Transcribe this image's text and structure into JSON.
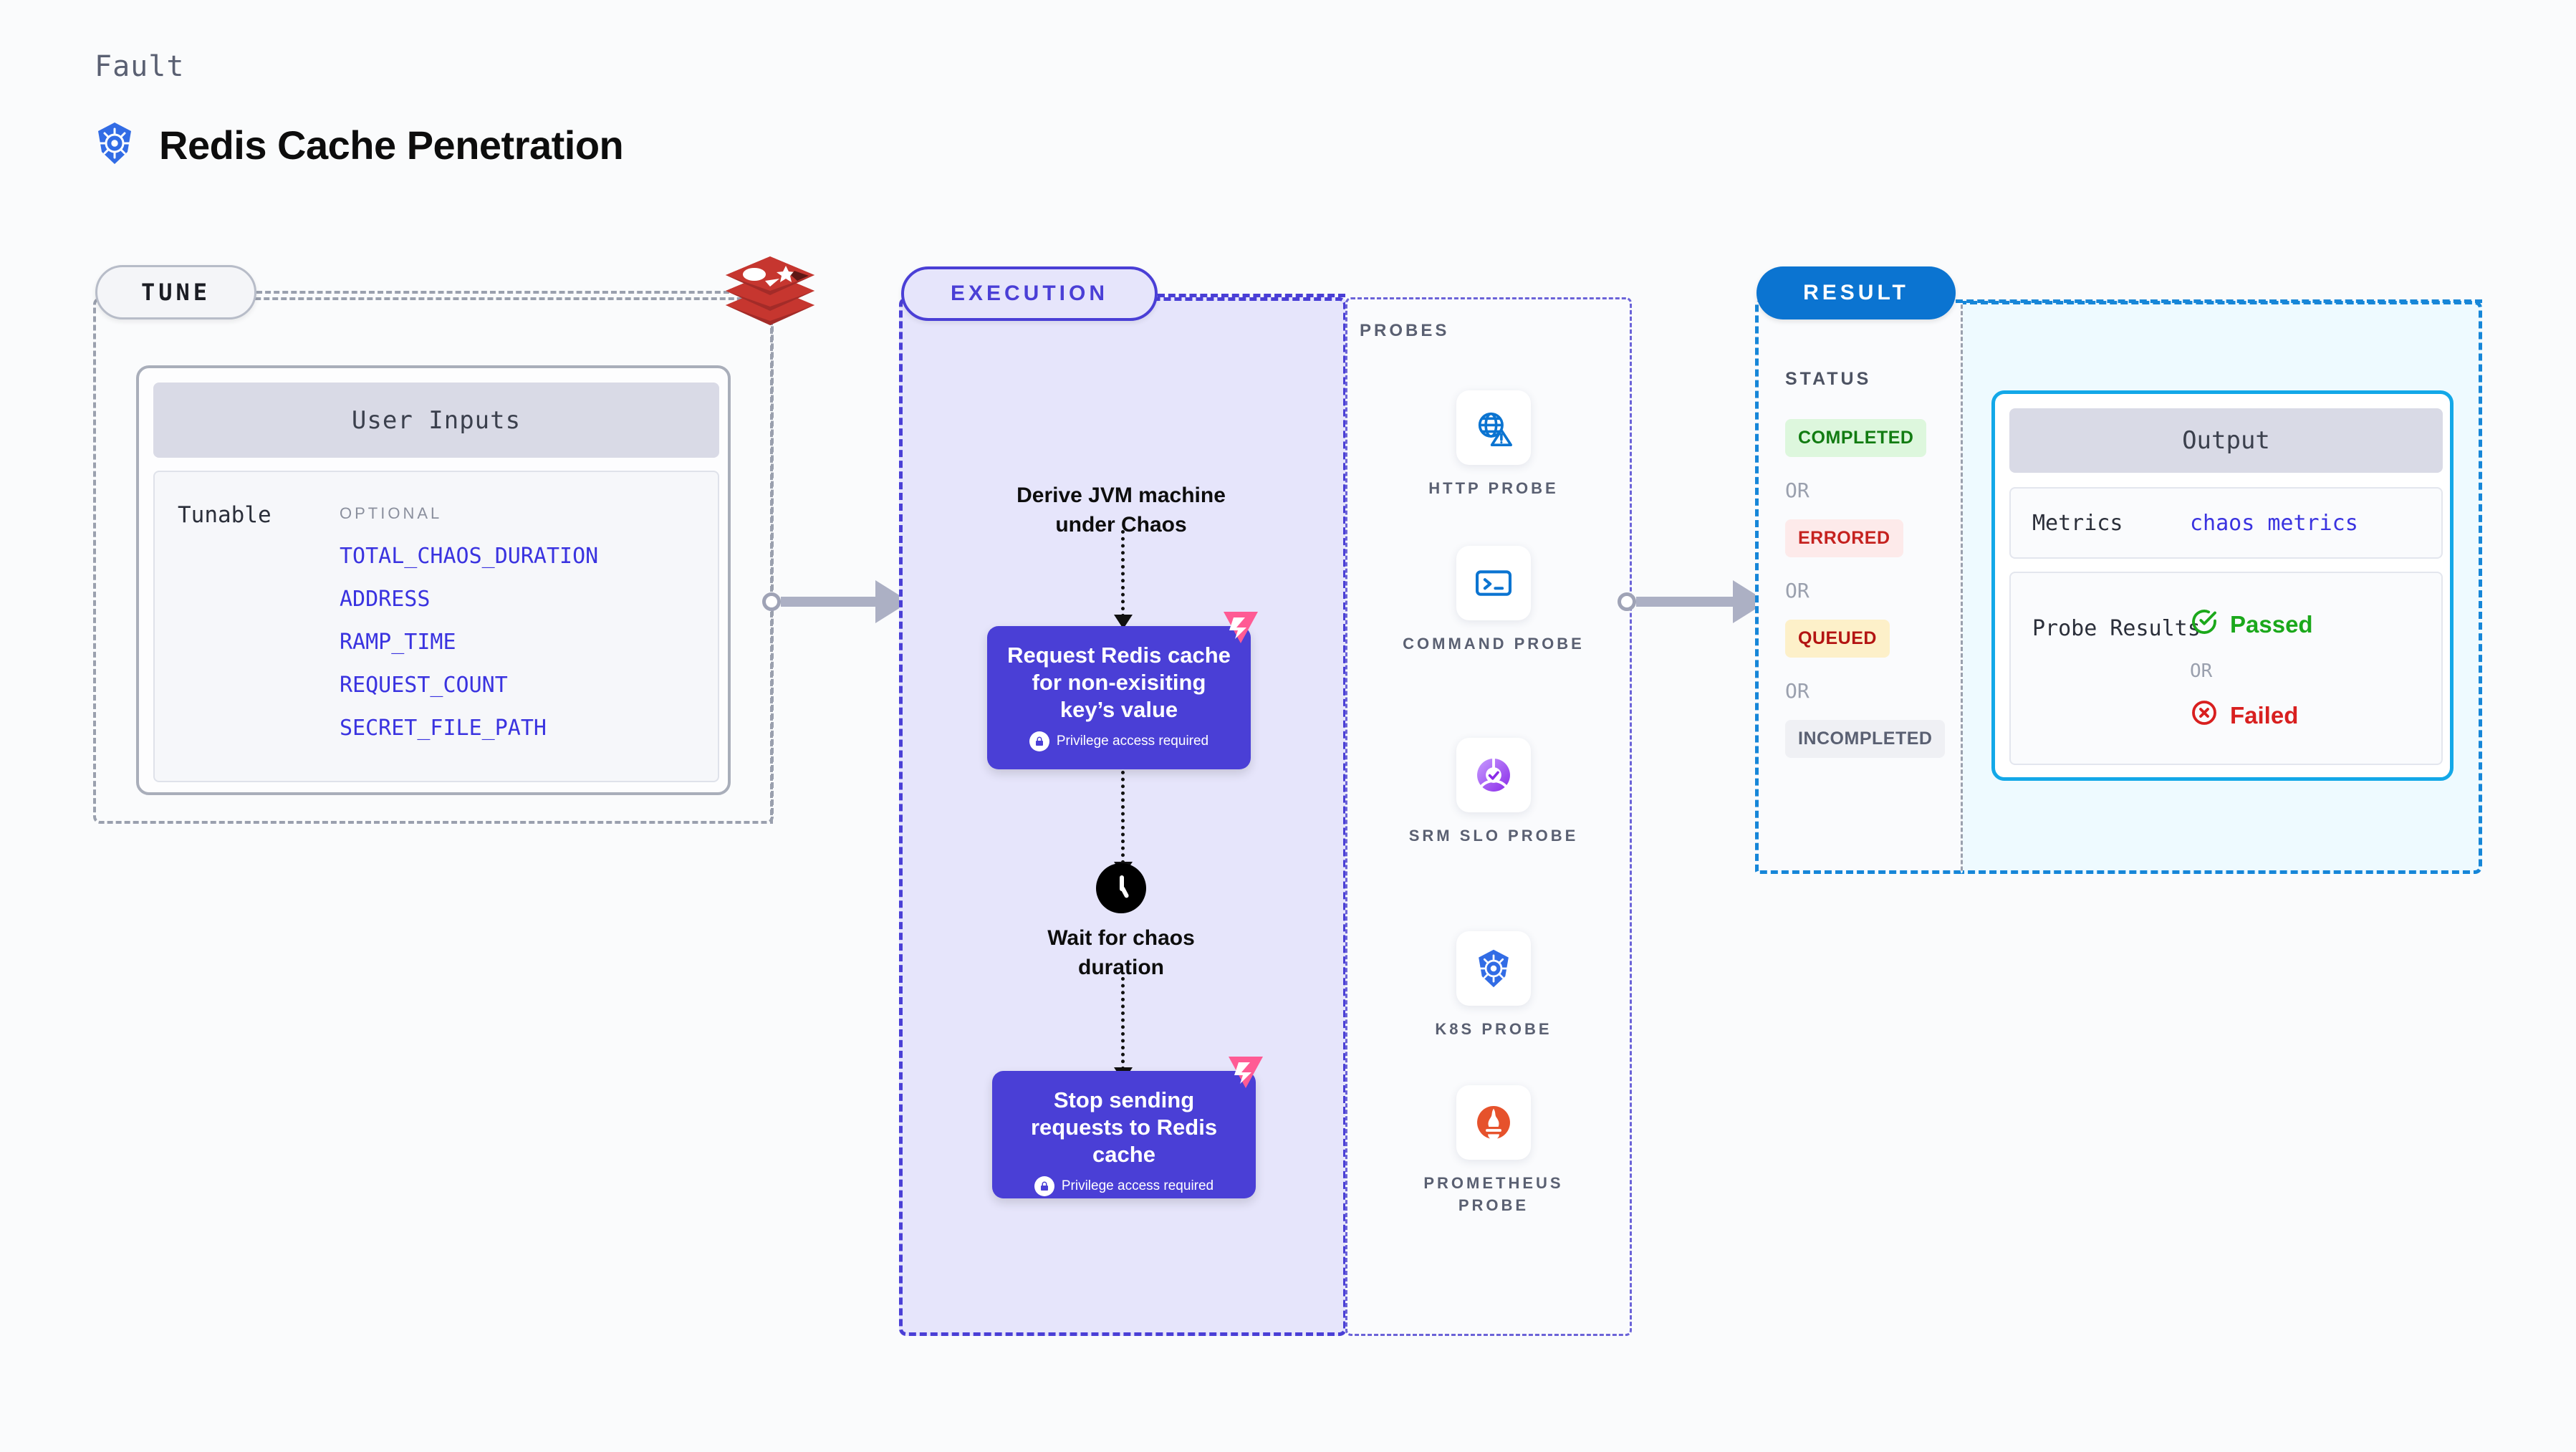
{
  "header": {
    "eyebrow": "Fault",
    "title": "Redis Cache Penetration",
    "icon": "kubernetes-icon"
  },
  "tune": {
    "pill_label": "TUNE",
    "source_icon": "redis-logo",
    "card": {
      "title": "User Inputs",
      "row_label": "Tunable",
      "group_label": "OPTIONAL",
      "items": [
        "TOTAL_CHAOS_DURATION",
        "ADDRESS",
        "RAMP_TIME",
        "REQUEST_COUNT",
        "SECRET_FILE_PATH"
      ]
    }
  },
  "execution": {
    "pill_label": "EXECUTION",
    "steps": [
      {
        "kind": "label",
        "text": "Derive JVM machine under Chaos"
      },
      {
        "kind": "action",
        "text": "Request Redis cache for non-exisiting key’s value",
        "note": "Privilege access required",
        "note_icon": "lock-icon",
        "badge_icon": "chaos-fault-badge-icon"
      },
      {
        "kind": "wait",
        "icon": "clock-icon",
        "text": "Wait for chaos duration"
      },
      {
        "kind": "action",
        "text": "Stop sending requests to Redis cache",
        "note": "Privilege access required",
        "note_icon": "lock-icon",
        "badge_icon": "chaos-fault-badge-icon"
      }
    ]
  },
  "probes": {
    "label": "PROBES",
    "items": [
      {
        "label": "HTTP PROBE",
        "icon": "globe-warning-icon"
      },
      {
        "label": "COMMAND PROBE",
        "icon": "terminal-icon"
      },
      {
        "label": "SRM SLO PROBE",
        "icon": "srm-slo-icon"
      },
      {
        "label": "K8S PROBE",
        "icon": "kubernetes-icon"
      },
      {
        "label": "PROMETHEUS PROBE",
        "icon": "prometheus-icon"
      }
    ]
  },
  "result": {
    "pill_label": "RESULT",
    "status_label": "STATUS",
    "or_label": "OR",
    "statuses": [
      {
        "label": "COMPLETED",
        "bg": "#ddf7dd",
        "fg": "#127c12"
      },
      {
        "label": "ERRORED",
        "bg": "#fdeaea",
        "fg": "#c5221f"
      },
      {
        "label": "QUEUED",
        "bg": "#fdf0c9",
        "fg": "#b31412"
      },
      {
        "label": "INCOMPLETED",
        "bg": "#eff0f4",
        "fg": "#5a6072"
      }
    ],
    "output": {
      "title": "Output",
      "metrics_key": "Metrics",
      "metrics_value": "chaos metrics",
      "probe_key": "Probe Results",
      "passed_label": "Passed",
      "failed_label": "Failed",
      "or_label": "OR",
      "passed_icon": "check-circle-icon",
      "failed_icon": "x-circle-icon"
    }
  },
  "colors": {
    "accent_purple": "#4a3fd6",
    "accent_blue": "#0b74d1",
    "accent_cyan": "#13a8e8",
    "link_blue": "#3a33e0",
    "muted": "#9aa0ae",
    "redis_red": "#a32b28",
    "prometheus_orange": "#e6522c",
    "k8s_blue": "#326ce5",
    "fault_pink": "#ff5b94"
  }
}
